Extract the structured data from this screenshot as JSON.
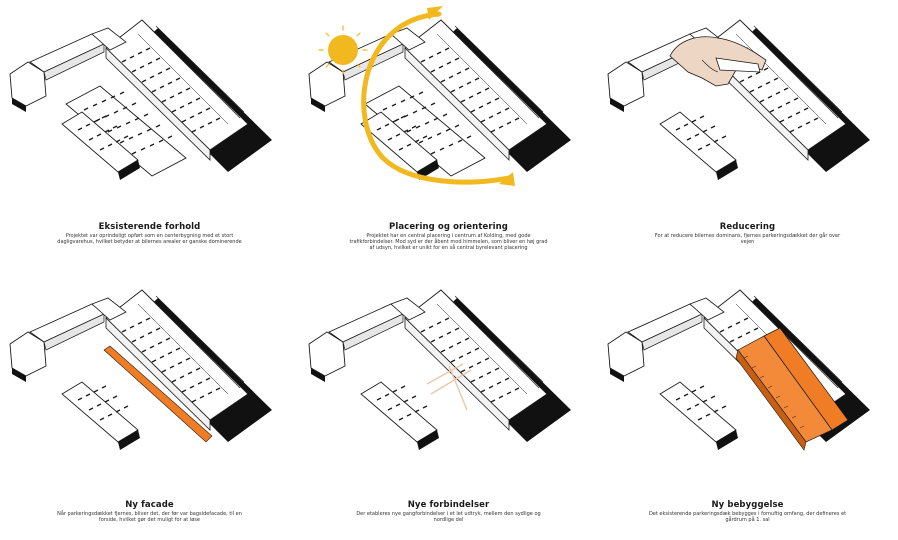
{
  "colors": {
    "accent_orange": "#F07C26",
    "sun_yellow": "#F2B81F",
    "line": "#1a1a1a",
    "shadow": "#111111"
  },
  "panels": [
    {
      "title": "Eksisterende forhold",
      "description": "Projektet var oprindeligt opført som en centerbygning med et stort dagligvarehus, hvilket betyder at bilernes arealer er ganske dominerende",
      "illustration": "existing-building-icon"
    },
    {
      "title": "Placering og orientering",
      "description": "Projektet har en central placering i centrum af Kolding, med gode trafikforbindelser. Mod syd er der åbent mod himmelen, som bliver en høj grad af udsyn, hvilket er unikt for en så central byrelevant placering",
      "illustration": "sun-orientation-icon"
    },
    {
      "title": "Reducering",
      "description": "For at reducere bilernes dominans, fjernes parkeringsdækket der går over vejen",
      "illustration": "hand-removing-deck-icon"
    },
    {
      "title": "Ny facade",
      "description": "Når parkeringsdækket fjernes, bliver det, der før var bagsidefacade, til en forside, hvilket gør det muligt for at løse",
      "illustration": "new-facade-icon"
    },
    {
      "title": "Nye forbindelser",
      "description": "Der etableres nye gangforbindelser i et let udtryk, mellem den sydlige og nordlige del",
      "illustration": "new-connections-icon"
    },
    {
      "title": "Ny bebyggelse",
      "description": "Det eksisterende parkeringsdæk bebygges i fornuftig omfang, der defineres et gårdrum på 1. sal",
      "illustration": "new-building-icon"
    }
  ]
}
